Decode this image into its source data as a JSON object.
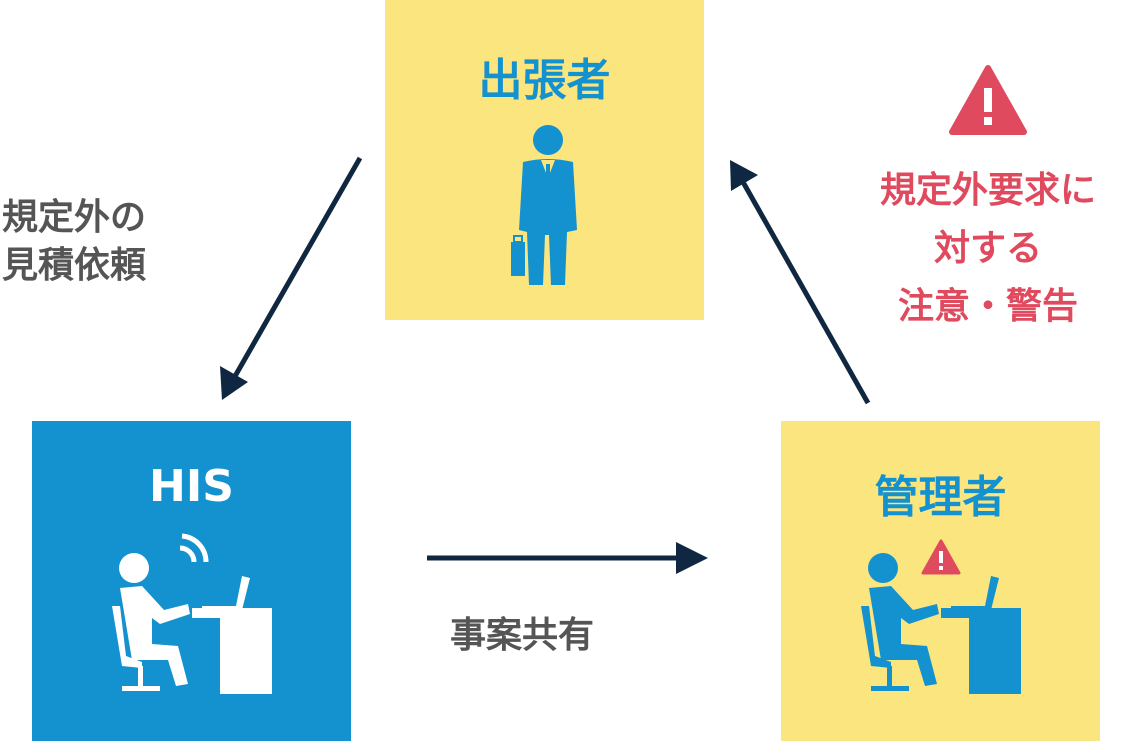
{
  "nodes": {
    "traveler": {
      "title": "出張者"
    },
    "his": {
      "title": "HIS"
    },
    "manager": {
      "title": "管理者"
    }
  },
  "edges": {
    "request": {
      "line1": "規定外の",
      "line2": "見積依頼"
    },
    "share": {
      "label": "事案共有"
    },
    "warning": {
      "line1": "規定外要求に",
      "line2": "対する",
      "line3": "注意・警告"
    }
  },
  "colors": {
    "yellow": "#FBE57E",
    "blue": "#1491CF",
    "arrow": "#0F2740",
    "red": "#E04A5E",
    "text": "#555555"
  }
}
